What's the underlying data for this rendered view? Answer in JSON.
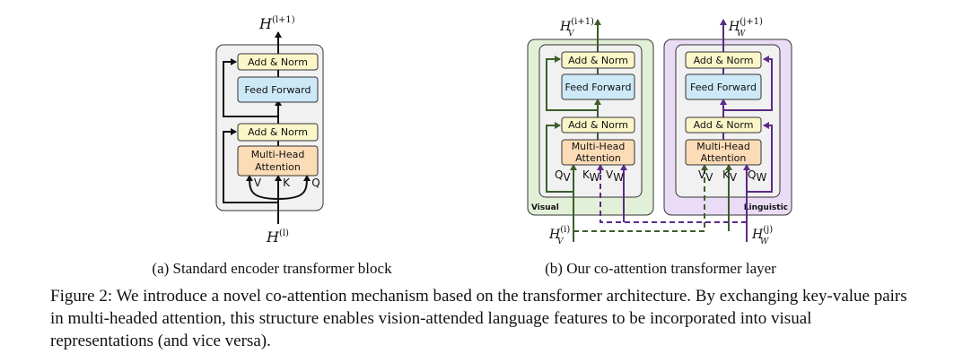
{
  "panel_a": {
    "blocks": {
      "add_norm_top": "Add & Norm",
      "feed_forward": "Feed Forward",
      "add_norm_bottom": "Add & Norm",
      "mha_line1": "Multi-Head",
      "mha_line2": "Attention"
    },
    "inputs": {
      "v": "V",
      "k": "K",
      "q": "Q"
    },
    "output": {
      "base": "H",
      "sup": "(l+1)"
    },
    "input": {
      "base": "H",
      "sup": "(l)"
    },
    "subcaption": "(a) Standard encoder transformer block"
  },
  "panel_b": {
    "visual": {
      "tag": "Visual",
      "blocks": {
        "add_norm_top": "Add & Norm",
        "feed_forward": "Feed Forward",
        "add_norm_bottom": "Add & Norm",
        "mha_line1": "Multi-Head",
        "mha_line2": "Attention"
      },
      "inputs": {
        "q": "Q",
        "q_sub": "V",
        "k": "K",
        "k_sub": "W",
        "v": "V",
        "v_sub": "W"
      },
      "output": {
        "base": "H",
        "sub": "V",
        "sup": "(i+1)"
      },
      "input": {
        "base": "H",
        "sub": "V",
        "sup": "(i)"
      }
    },
    "linguistic": {
      "tag": "Linguistic",
      "blocks": {
        "add_norm_top": "Add & Norm",
        "feed_forward": "Feed Forward",
        "add_norm_bottom": "Add & Norm",
        "mha_line1": "Multi-Head",
        "mha_line2": "Attention"
      },
      "inputs": {
        "v": "V",
        "v_sub": "V",
        "k": "K",
        "k_sub": "V",
        "q": "Q",
        "q_sub": "W"
      },
      "output": {
        "base": "H",
        "sub": "W",
        "sup": "(j+1)"
      },
      "input": {
        "base": "H",
        "sub": "W",
        "sup": "(j)"
      }
    },
    "subcaption": "(b) Our co-attention transformer layer"
  },
  "caption": "Figure 2: We introduce a novel co-attention mechanism based on the transformer architecture. By exchanging key-value pairs in multi-headed attention, this structure enables vision-attended language features to be incorporated into visual representations (and vice versa).",
  "colors": {
    "add_norm": "#fbf6c8",
    "feed_forward": "#cde8f6",
    "attention": "#fbdcb6",
    "panel_gray": "#f1f1f1",
    "visual_bg": "#e3f0d8",
    "linguistic_bg": "#eadcf6",
    "green_arrow": "#3b5e2a",
    "purple_arrow": "#5c2a86"
  }
}
